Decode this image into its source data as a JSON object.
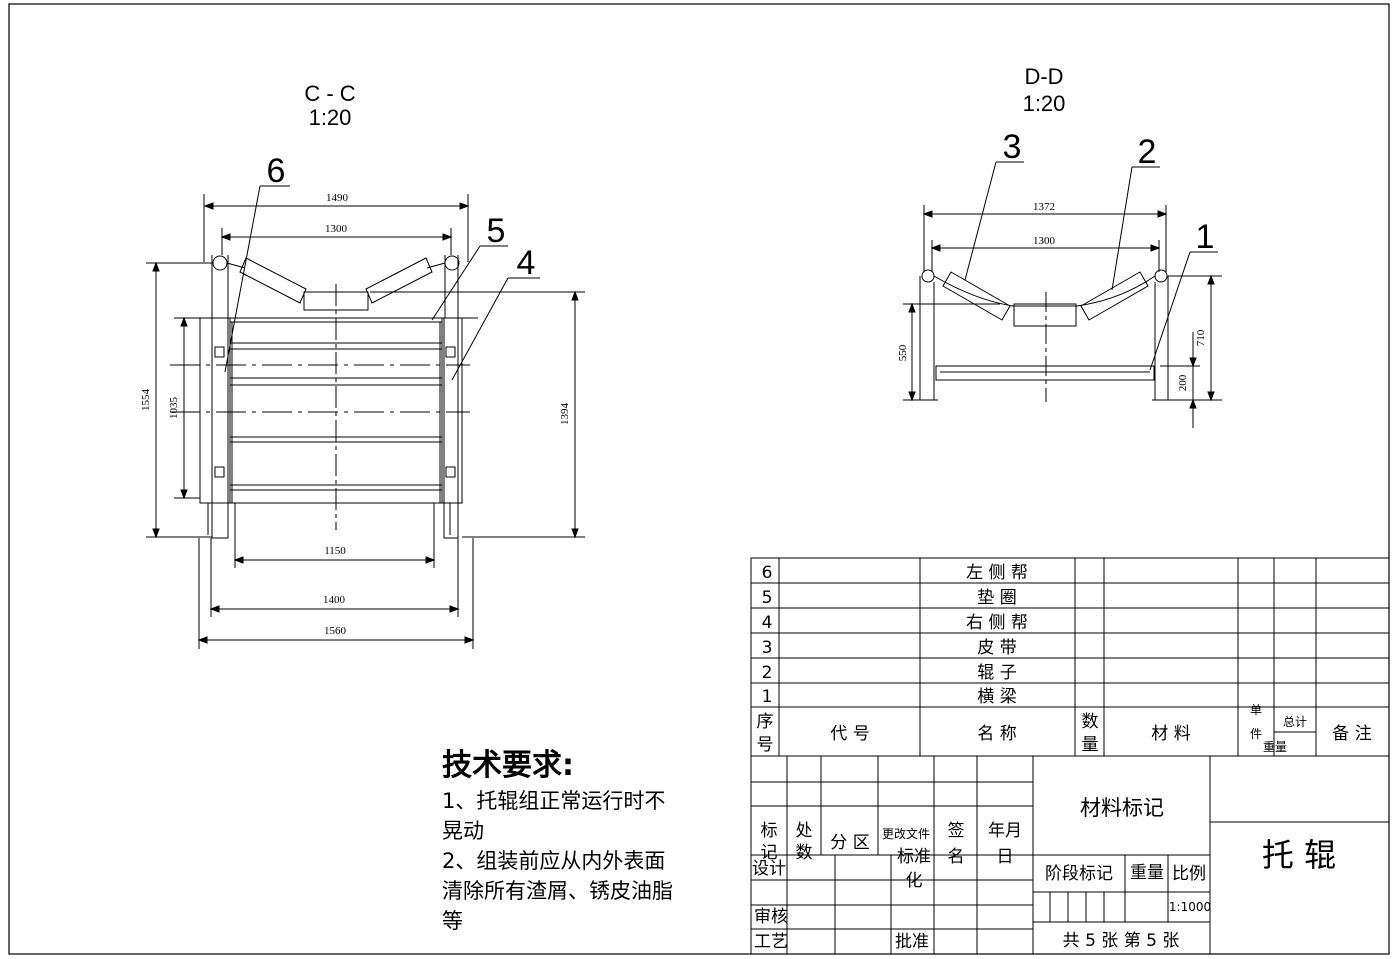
{
  "views": {
    "cc": {
      "name": "C - C",
      "scale": "1:20"
    },
    "dd": {
      "name": "D-D",
      "scale": "1:20"
    }
  },
  "cc_dims": {
    "d1490": "1490",
    "d1300": "1300",
    "d1150": "1150",
    "d1400": "1400",
    "d1560": "1560",
    "d1554": "1554",
    "d1035": "1035",
    "d1394": "1394"
  },
  "dd_dims": {
    "d1372": "1372",
    "d1300": "1300",
    "d550": "550",
    "d710": "710",
    "d200": "200"
  },
  "balloons": {
    "b1": "1",
    "b2": "2",
    "b3": "3",
    "b4": "4",
    "b5": "5",
    "b6": "6"
  },
  "requirements": {
    "title": "技术要求:",
    "line1": "1、托辊组正常运行时不",
    "line2": "晃动",
    "line3": "2、组装前应从内外表面",
    "line4": "清除所有渣屑、锈皮油脂",
    "line5": "等"
  },
  "bom": {
    "rows": [
      {
        "no": "6",
        "name": "左 侧 帮"
      },
      {
        "no": "5",
        "name": "垫 圈"
      },
      {
        "no": "4",
        "name": "右 侧 帮"
      },
      {
        "no": "3",
        "name": "皮 带"
      },
      {
        "no": "2",
        "name": "辊 子"
      },
      {
        "no": "1",
        "name": "横 梁"
      }
    ],
    "headers": {
      "seq_a": "序",
      "seq_b": "号",
      "code": "代 号",
      "name": "名 称",
      "qty_a": "数",
      "qty_b": "量",
      "material": "材 料",
      "unit_a": "单",
      "unit_b": "件",
      "total_a": "总计",
      "weight": "重量",
      "remark": "备 注"
    }
  },
  "title_block": {
    "mark_a": "标",
    "mark_b": "记",
    "place_a": "处",
    "place_b": "数",
    "zone": "分 区",
    "change_doc": "更改文件",
    "std_a": "标准",
    "std_b": "化",
    "sign_a": "签",
    "sign_b": "名",
    "date_a": "年月",
    "date_b": "日",
    "design": "设计",
    "review": "审核",
    "process": "工艺",
    "approve": "批准",
    "material_mark": "材料标记",
    "stage_mark": "阶段标记",
    "weight": "重量",
    "scale": "比例",
    "scale_value": "1:1000",
    "sheets": "共 5 张   第 5 张",
    "drawing_name": "托 辊"
  }
}
